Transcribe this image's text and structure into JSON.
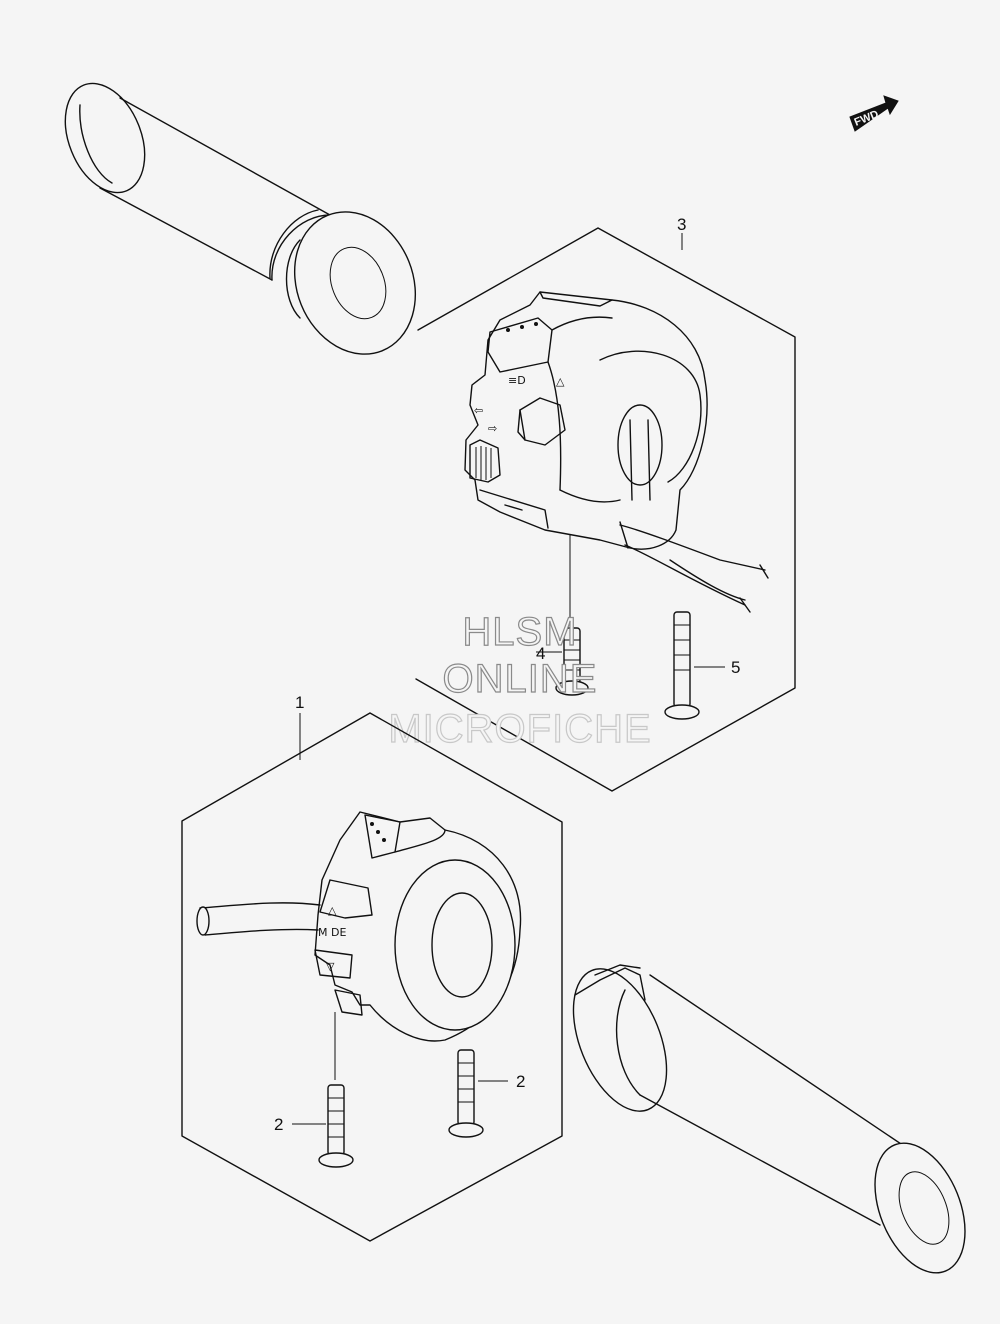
{
  "orientation_badge": {
    "label": "FWD",
    "icon": "fwd-arrow-icon"
  },
  "callouts": {
    "part_1": "1",
    "part_2a": "2",
    "part_2b": "2",
    "part_3": "3",
    "part_4": "4",
    "part_5": "5"
  },
  "switch_labels": {
    "mode": "M  DE",
    "hazard_icon": "hazard-triangle-icon",
    "headlight_icon": "headlight-icon"
  },
  "watermark": {
    "line1": "HLSM",
    "line2": "ONLINE",
    "line3": "MICROFICHE"
  },
  "colors": {
    "background": "#f5f5f5",
    "line": "#111111",
    "watermark_dark": "#8a8a8a",
    "watermark_light": "#c8c8c8"
  }
}
